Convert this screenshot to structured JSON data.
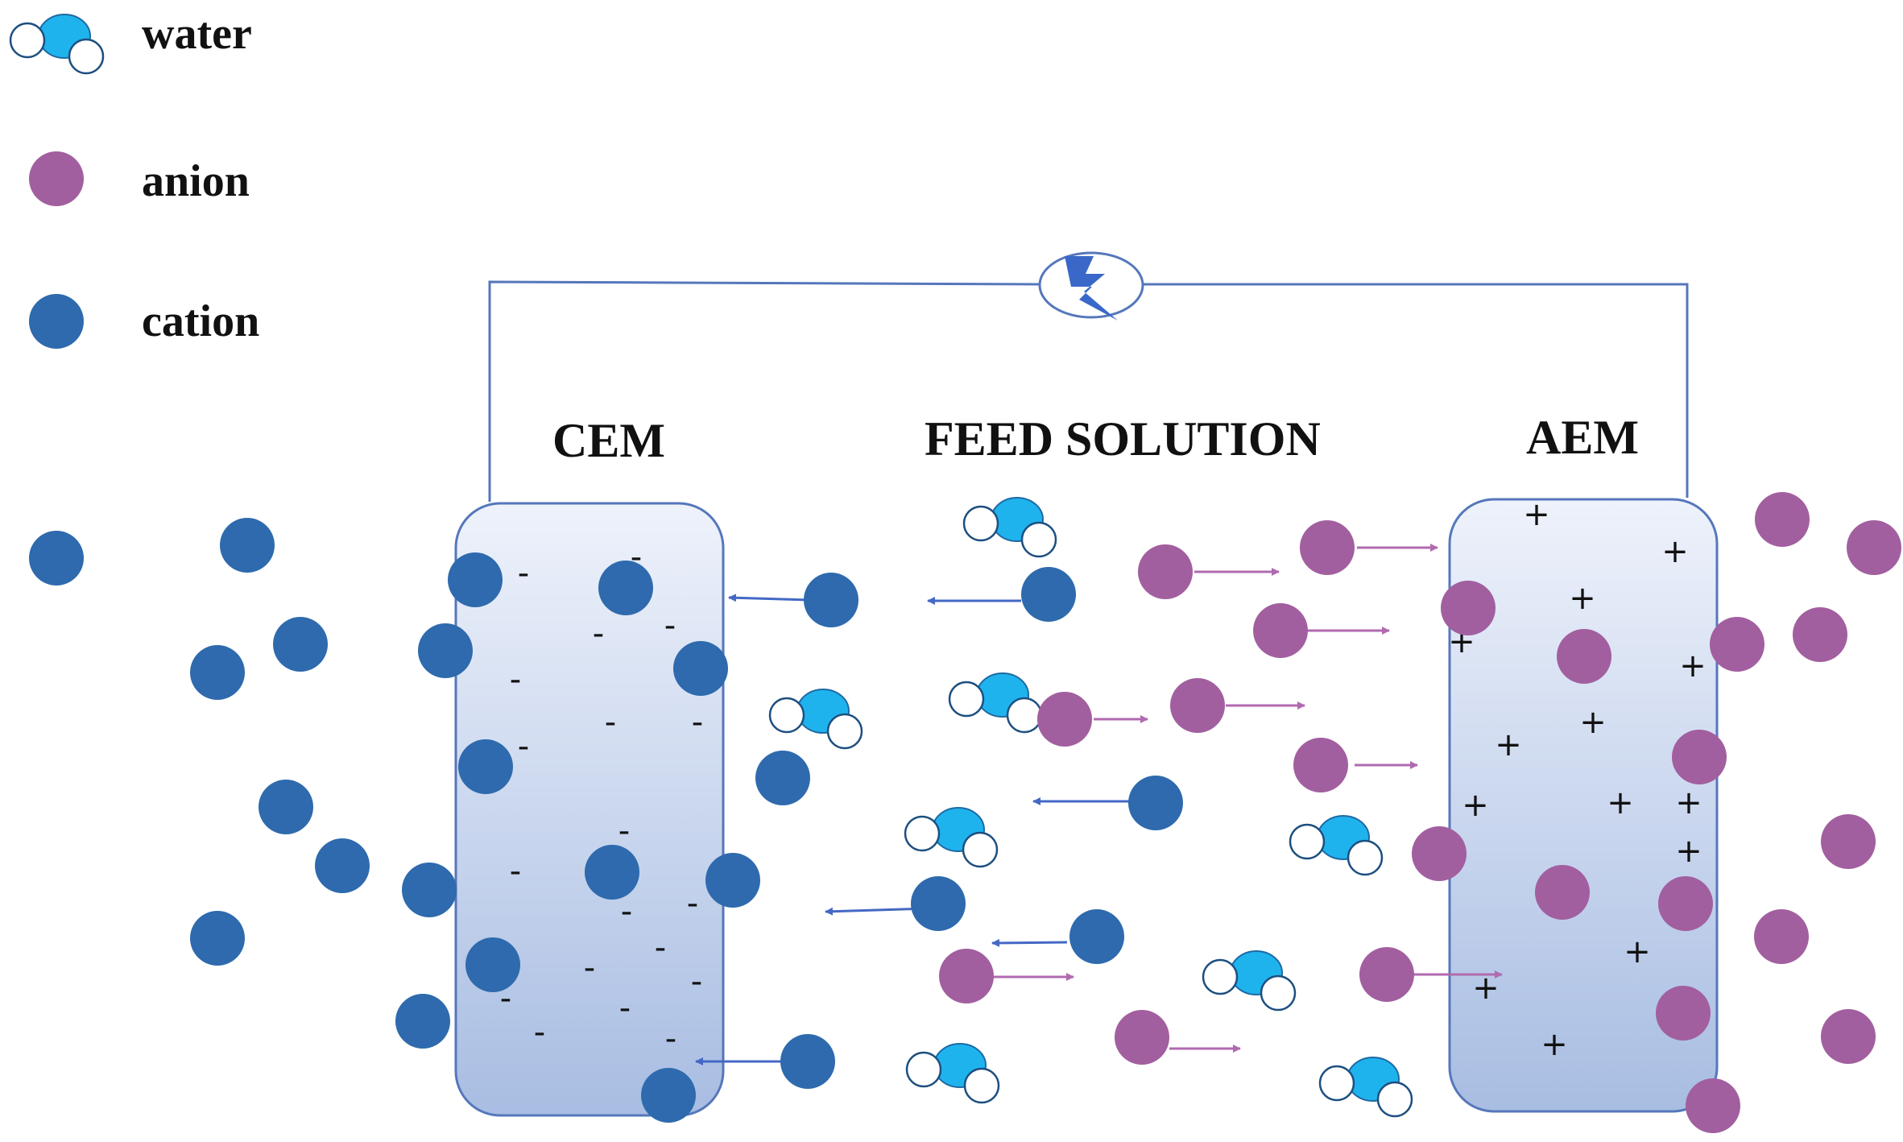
{
  "legend": {
    "water": "water",
    "anion": "anion",
    "cation": "cation"
  },
  "labels": {
    "cem": "CEM",
    "feed": "FEED SOLUTION",
    "aem": "AEM"
  },
  "membrane_charges": {
    "cem_sign": "-",
    "aem_sign": "+"
  },
  "colors": {
    "water_center": "#1fb3ee",
    "water_h": "#ffffff",
    "anion": "#a25f9f",
    "cation": "#2e6aad",
    "wire": "#5577bb",
    "cation_arrow": "#4468c4",
    "anion_arrow": "#b06ab0",
    "membrane_top": "#eef2fb",
    "membrane_bottom": "#a8bde2",
    "lightning": "#3a68c9"
  },
  "icons": {
    "power_source": "lightning-bolt-icon"
  }
}
